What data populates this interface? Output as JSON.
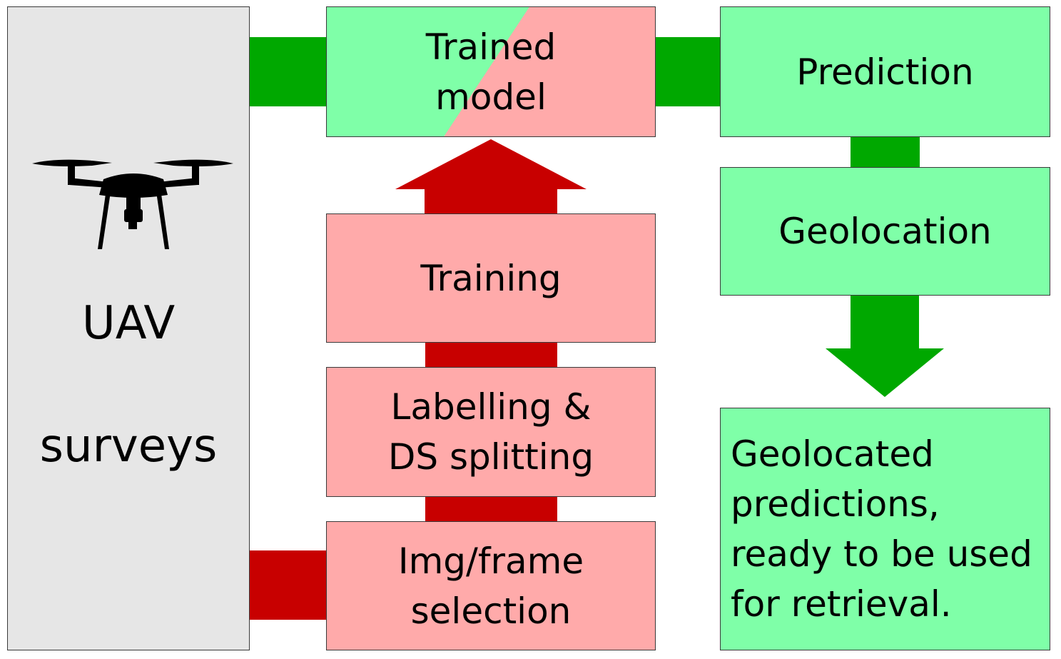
{
  "uav_surveys": {
    "line1": "UAV",
    "line2": "surveys",
    "icon": "drone-icon"
  },
  "trained_model": {
    "label": "Trained\nmodel"
  },
  "training": {
    "label": "Training"
  },
  "labelling": {
    "label": "Labelling &\nDS splitting"
  },
  "selection": {
    "label": "Img/frame\nselection"
  },
  "prediction": {
    "label": "Prediction"
  },
  "geolocation": {
    "label": "Geolocation"
  },
  "geolocated": {
    "label": "Geolocated\npredictions,\nready to be used\nfor retrieval."
  },
  "colors": {
    "green_box": "#7fffa8",
    "pink_box": "#ffaaaa",
    "green_arrow": "#00a800",
    "red_arrow": "#c80000",
    "uav_box": "#e6e6e6"
  }
}
